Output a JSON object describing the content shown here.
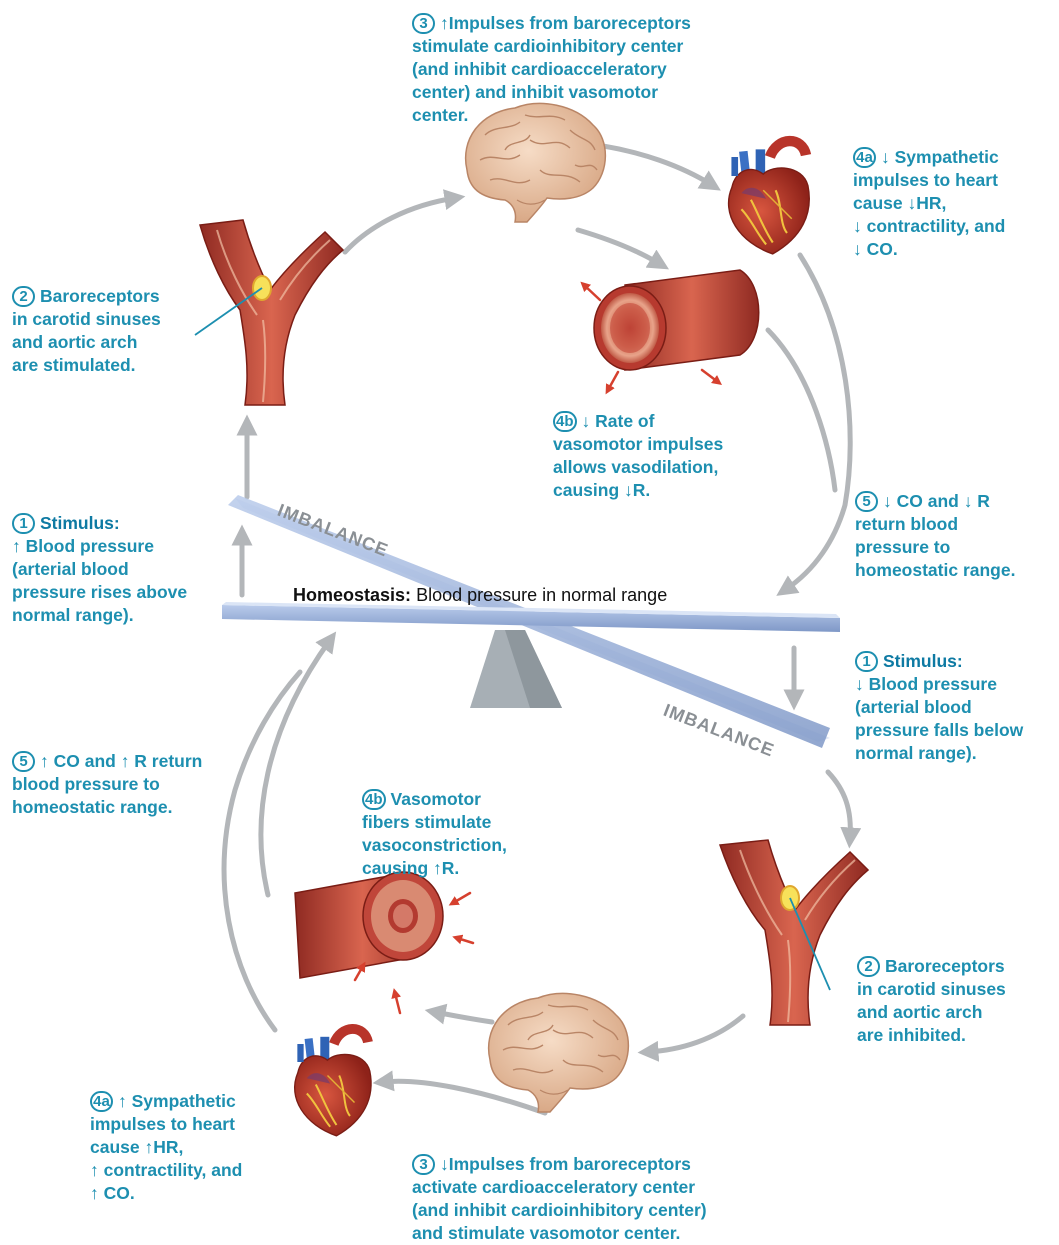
{
  "homeostasis": {
    "label": "Homeostasis:",
    "text": "Blood pressure in normal range"
  },
  "imbalance_label": "IMBALANCE",
  "rise": {
    "s1": {
      "num": "1",
      "title": "Stimulus:",
      "l1": "↑ Blood pressure",
      "l2": "(arterial blood",
      "l3": "pressure rises above",
      "l4": "normal range)."
    },
    "s2": {
      "num": "2",
      "l1": "Baroreceptors",
      "l2": "in carotid sinuses",
      "l3": "and aortic arch",
      "l4": "are stimulated."
    },
    "s3": {
      "num": "3",
      "l1": "↑Impulses from baroreceptors",
      "l2": "stimulate cardioinhibitory center",
      "l3": "(and inhibit cardioacceleratory",
      "l4": "center) and inhibit vasomotor",
      "l5": "center."
    },
    "s4a": {
      "num": "4a",
      "l1": "↓ Sympathetic",
      "l2": "impulses to heart",
      "l3": "cause ↓HR,",
      "l4": "↓ contractility, and",
      "l5": "↓ CO."
    },
    "s4b": {
      "num": "4b",
      "l1": "↓ Rate of",
      "l2": "vasomotor impulses",
      "l3": "allows vasodilation,",
      "l4": "causing ↓R."
    },
    "s5": {
      "num": "5",
      "l1": "↓ CO and ↓ R",
      "l2": "return blood",
      "l3": "pressure to",
      "l4": "homeostatic range."
    }
  },
  "fall": {
    "s1": {
      "num": "1",
      "title": "Stimulus:",
      "l1": "↓ Blood pressure",
      "l2": "(arterial blood",
      "l3": "pressure falls below",
      "l4": "normal range)."
    },
    "s2": {
      "num": "2",
      "l1": "Baroreceptors",
      "l2": "in carotid sinuses",
      "l3": "and aortic arch",
      "l4": "are inhibited."
    },
    "s3": {
      "num": "3",
      "l1": "↓Impulses from baroreceptors",
      "l2": "activate cardioacceleratory center",
      "l3": "(and inhibit cardioinhibitory center)",
      "l4": "and stimulate vasomotor center."
    },
    "s4a": {
      "num": "4a",
      "l1": "↑ Sympathetic",
      "l2": "impulses to heart",
      "l3": "cause ↑HR,",
      "l4": "↑ contractility, and",
      "l5": "↑ CO."
    },
    "s4b": {
      "num": "4b",
      "l1": "Vasomotor",
      "l2": "fibers stimulate",
      "l3": "vasoconstriction,",
      "l4": "causing ↑R."
    },
    "s5": {
      "num": "5",
      "l1": "↑ CO and ↑ R return",
      "l2": "blood pressure to",
      "l3": "homeostatic range."
    }
  },
  "colors": {
    "text": "#1d8fb0",
    "arrow": "#b3b6b9",
    "beam": "#8fa9d6",
    "fulcrum": "#a7afb5",
    "vessel": "#c0463a",
    "brain": "#e8c4a8"
  },
  "icons": [
    "brain-icon",
    "heart-icon",
    "blood-vessel-icon",
    "carotid-artery-icon"
  ]
}
